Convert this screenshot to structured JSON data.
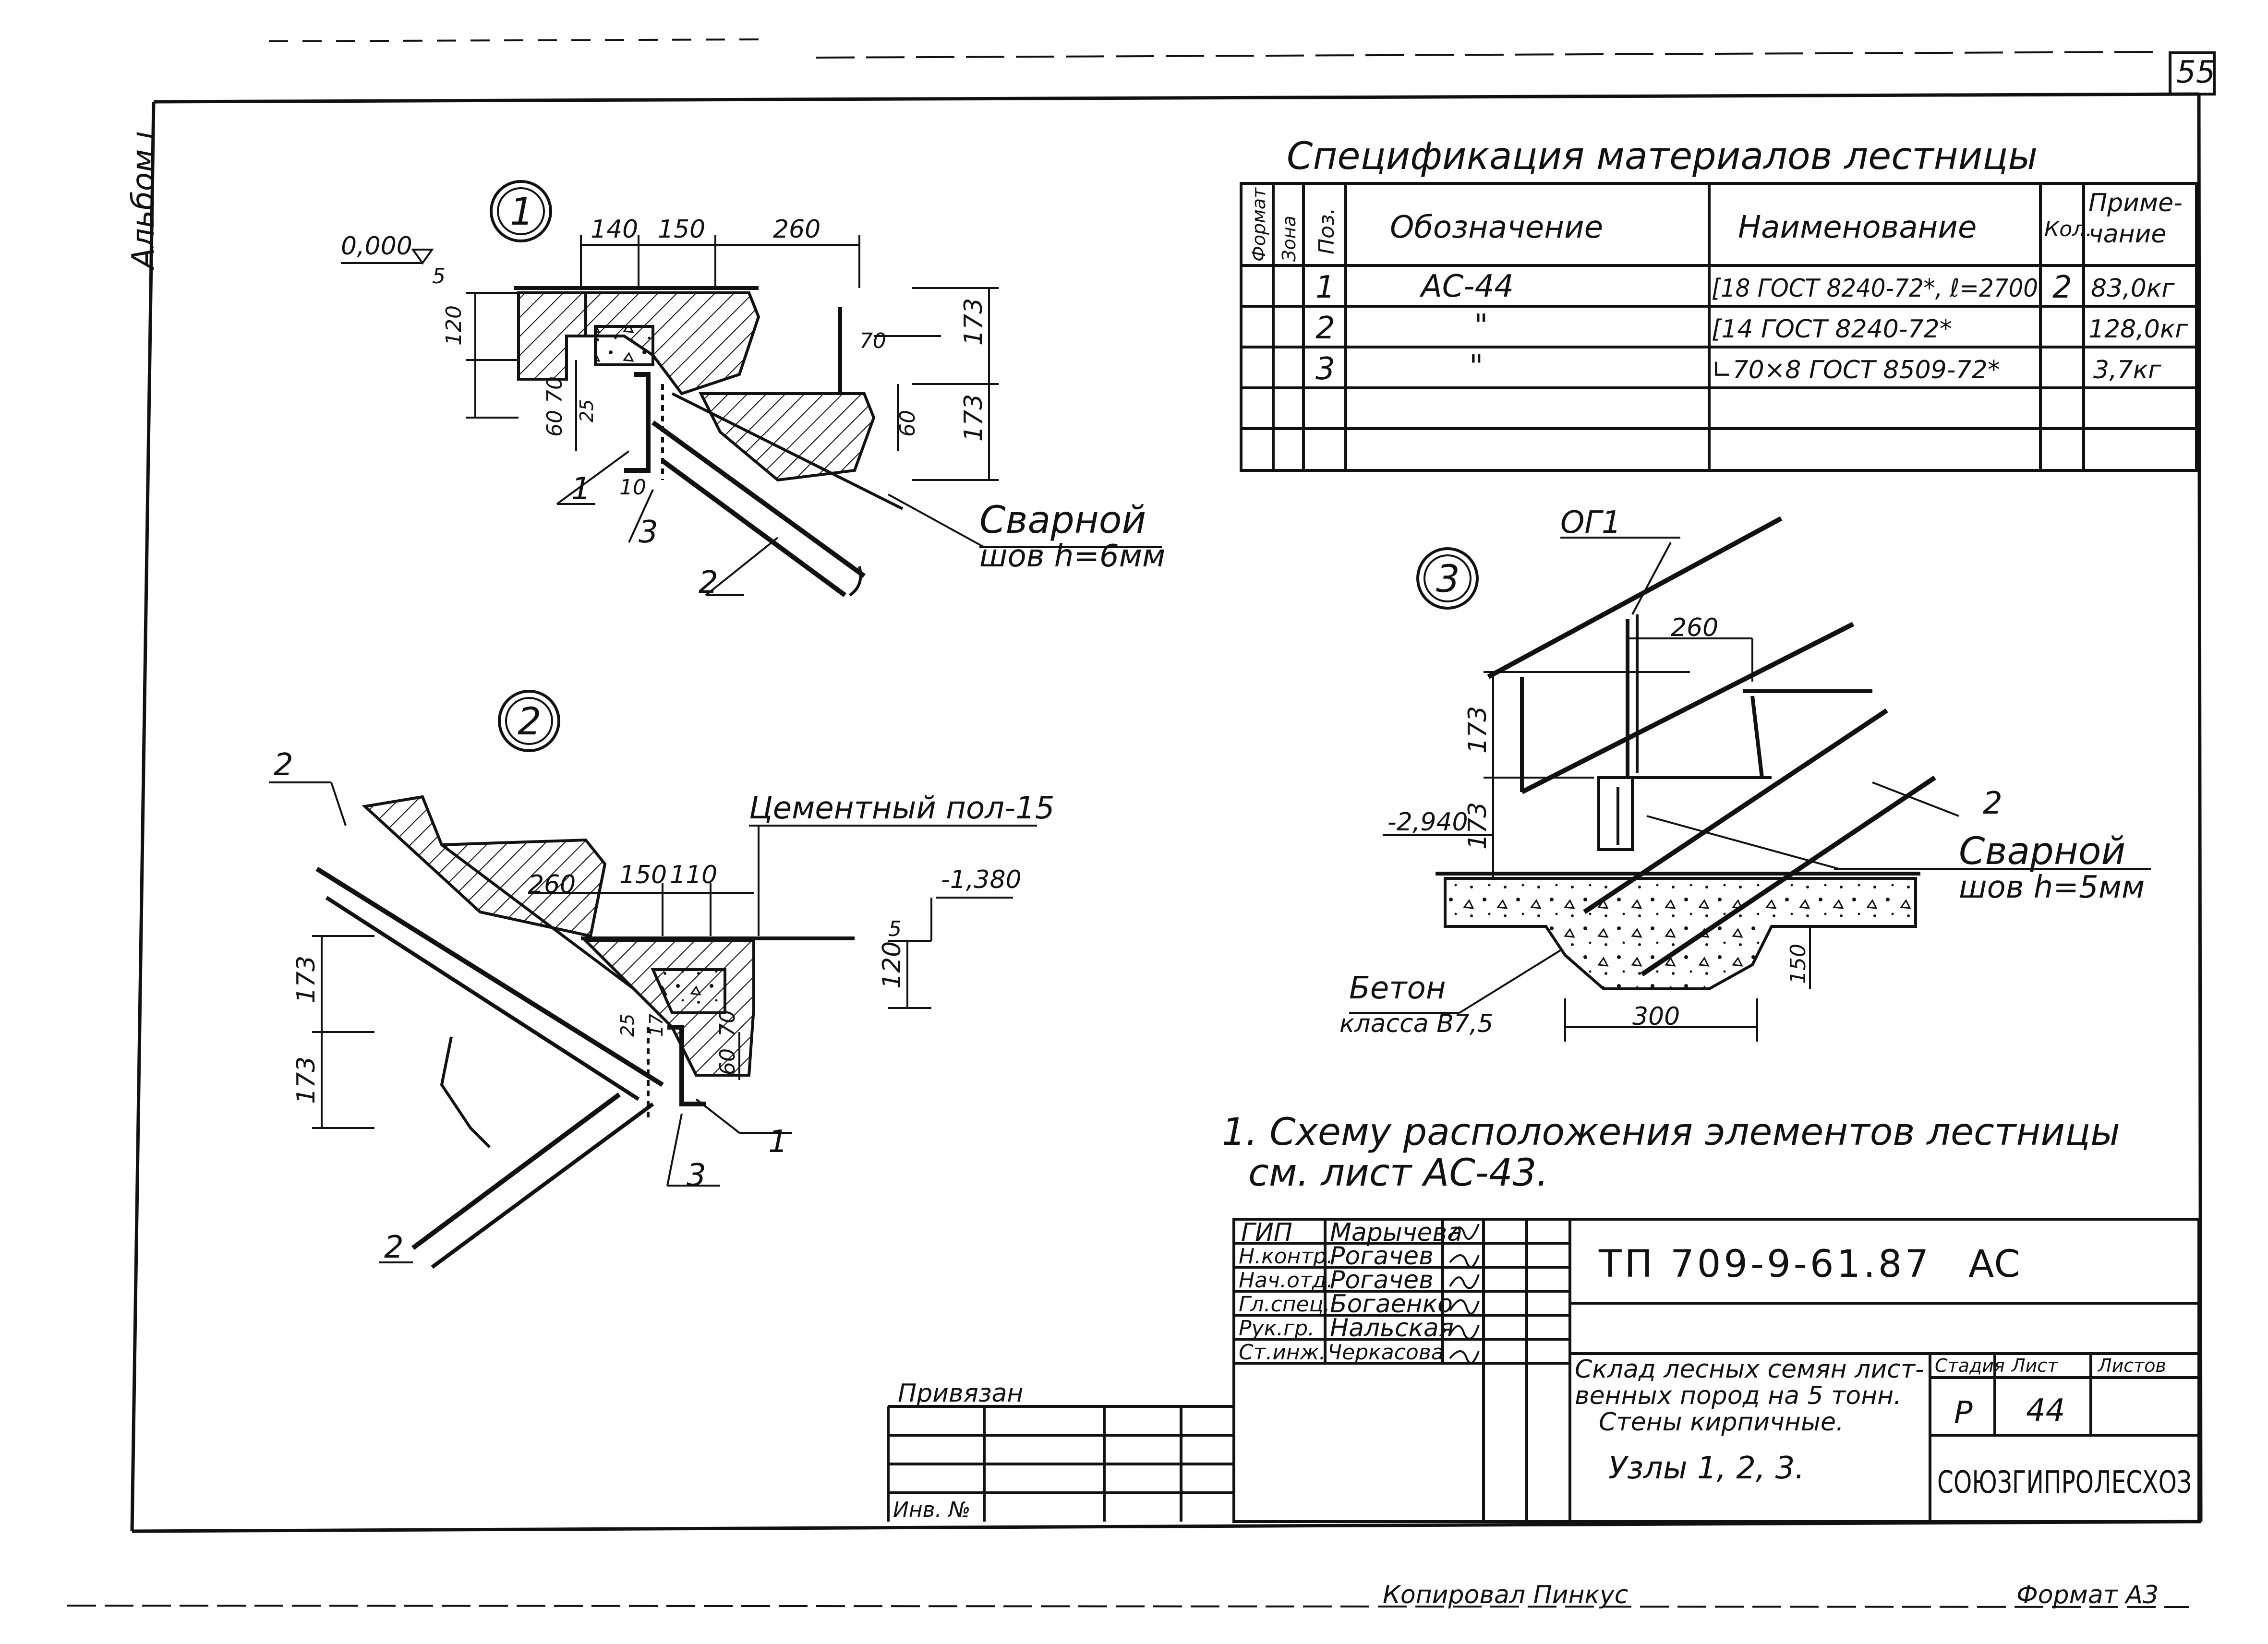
{
  "sheet": {
    "page_number": "55",
    "album_label": "Альбом ı",
    "copied": "Копировал Пинкус",
    "format": "Формат А3"
  },
  "spec": {
    "title": "Спецификация материалов лестницы",
    "headers": [
      "Формат",
      "Зона",
      "Поз.",
      "Обозначение",
      "Наименование",
      "Кол.",
      "Приме-",
      "чание"
    ],
    "rows": [
      {
        "pos": "1",
        "designation": "АС-44",
        "name": "[18 ГОСТ 8240-72*, ℓ=2700",
        "qty": "2",
        "note": "83,0кг"
      },
      {
        "pos": "2",
        "designation": "\"",
        "name": "[14 ГОСТ 8240-72*",
        "qty": "",
        "note": "128,0кг"
      },
      {
        "pos": "3",
        "designation": "\"",
        "name": "∟70×8 ГОСТ 8509-72*",
        "qty": "",
        "note": "3,7кг"
      }
    ]
  },
  "node1": {
    "number": "1",
    "level": "0,000",
    "dims": [
      "140",
      "150",
      "260",
      "5",
      "120",
      "70",
      "60",
      "25",
      "173",
      "173",
      "70",
      "60",
      "10"
    ],
    "labels": [
      "1",
      "3",
      "2"
    ],
    "weld": [
      "Сварной",
      "шов h=6мм"
    ]
  },
  "node2": {
    "number": "2",
    "floor_note": "Цементный пол-15",
    "level": "-1,380",
    "dims": [
      "260",
      "150",
      "110",
      "5",
      "120",
      "173",
      "173",
      "25",
      "17",
      "70",
      "60"
    ],
    "labels": [
      "2",
      "1",
      "3",
      "2"
    ]
  },
  "node3": {
    "number": "3",
    "dims": [
      "260",
      "173",
      "173",
      "300",
      "150"
    ],
    "level": "-2,940",
    "labels": [
      "ОГ1",
      "2"
    ],
    "weld": [
      "Сварной",
      "шов h=5мм"
    ],
    "concrete": [
      "Бетон",
      "класса В7,5"
    ]
  },
  "note": {
    "lines": [
      "1. Схему расположения элементов лестницы",
      "см. лист АС-43."
    ]
  },
  "title_block": {
    "doc_code": "ТП 709-9-61.87",
    "mark": "АС",
    "staff": [
      {
        "role": "ГИП",
        "name": "Марычева"
      },
      {
        "role": "Н.контр.",
        "name": "Рогачев"
      },
      {
        "role": "Нач.отд.",
        "name": "Рогачев"
      },
      {
        "role": "Гл.спец.",
        "name": "Богаенко"
      },
      {
        "role": "Рук.гр.",
        "name": "Нальская"
      },
      {
        "role": "Ст.инж.",
        "name": "Черкасова"
      }
    ],
    "object_lines": [
      "Склад лесных семян лист-",
      "венных пород на 5 тонн.",
      "Стены кирпичные."
    ],
    "sheet_title": "Узлы 1, 2, 3.",
    "col_stage": "Стадия",
    "col_sheet": "Лист",
    "col_sheets": "Листов",
    "stage": "Р",
    "sheet_no": "44",
    "org": "СОЮЗГИПРОЛЕСХОЗ",
    "bound": "Привязан",
    "inv": "Инв. №"
  }
}
